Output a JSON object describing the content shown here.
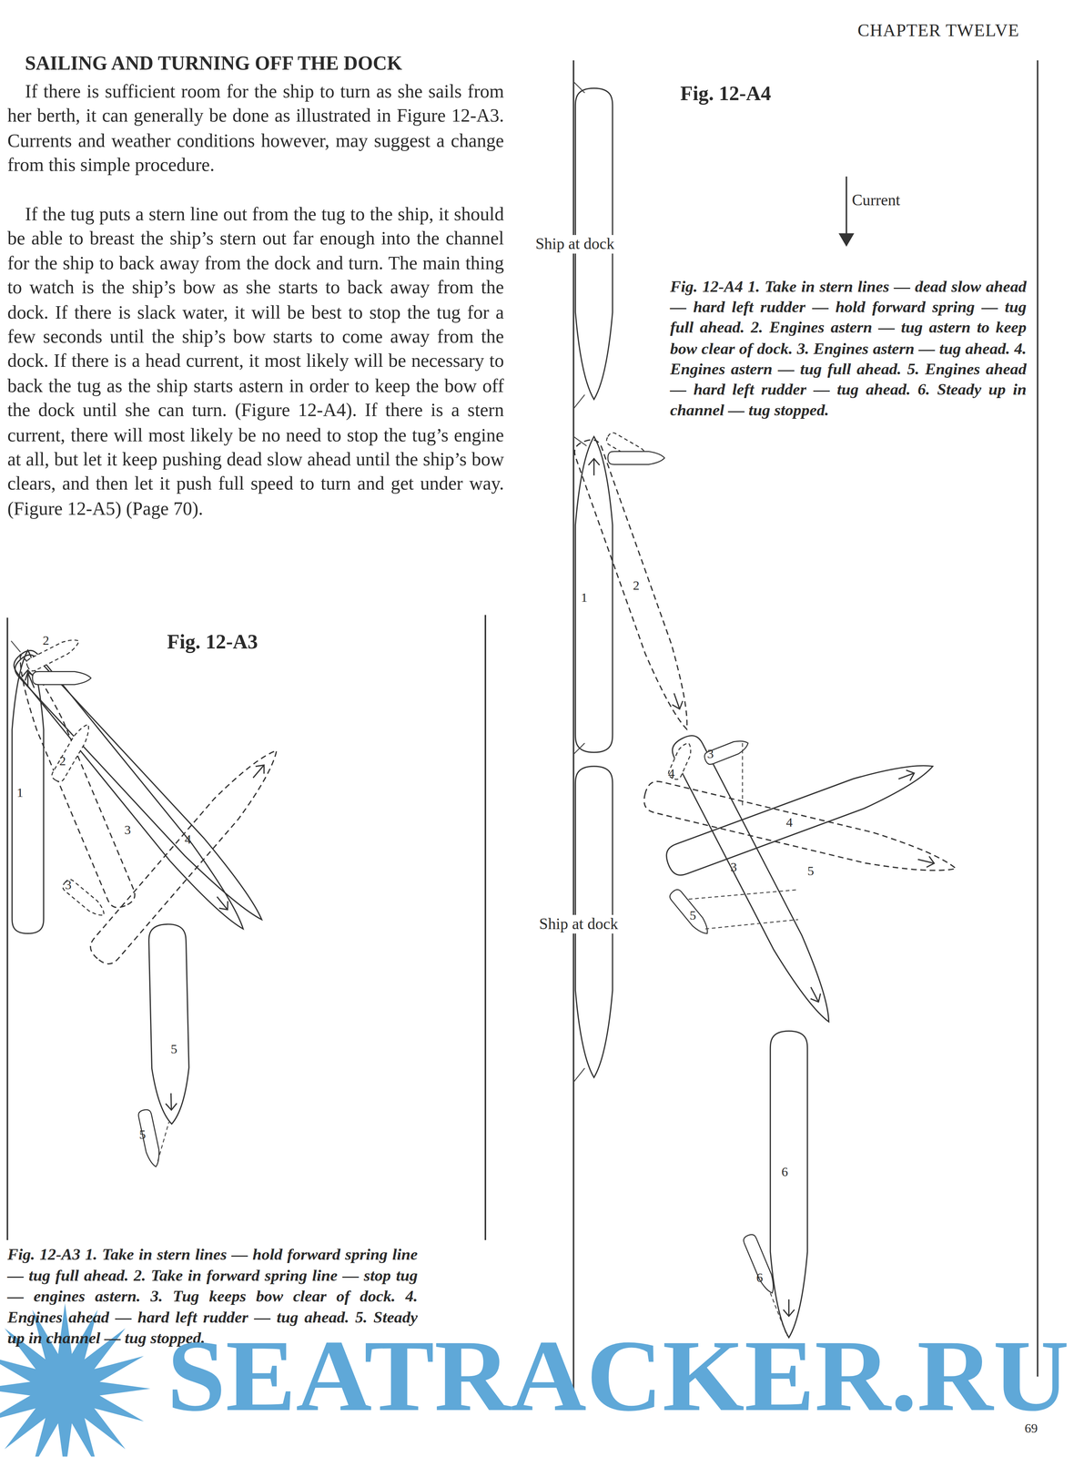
{
  "diagram": {
    "title": "SAILING AND TURNING OFF THE DOCK",
    "labels": [
      "CHAPTER TWELVE",
      "If there is sufficient room for the ship to turn as she sails from her berth, it can generally be done as illustrated in Figure 12-A3. Currents and weather conditions however, may suggest a change from this simple procedure.",
      "If the tug puts a stern line out from the tug to the ship, it should be able to breast the ship’s stern out far enough into the channel for the ship to back away from the dock and turn. The main thing to watch is the ship’s bow as she starts to back away from the dock. If there is slack water, it will be best to stop the tug for a few seconds until the ship’s bow starts to come away from the dock. If there is a head current, it most likely will be necessary to back the tug as the ship starts astern in order to keep the bow off the dock until she can turn. (Figure 12-A4). If there is a stern current, there will most likely be no need to stop the tug’s engine at all, but let it keep pushing dead slow ahead until the ship’s bow clears, and then let it push full speed to turn and get under way. (Figure 12-A5) (Page 70).",
      "Fig. 12-A3",
      "Fig. 12-A3 1. Take in stern lines — hold forward spring line — tug full ahead. 2. Take in forward spring line — stop tug — engines astern. 3. Tug keeps bow clear of dock. 4. Engines ahead — hard left rudder — tug ahead. 5. Steady up in channel — tug stopped.",
      "Fig. 12-A4",
      "Current",
      "Ship at dock",
      "Fig. 12-A4 1. Take in stern lines — dead slow ahead — hard left rudder — hold forward spring — tug full ahead. 2. Engines astern — tug astern to keep bow clear of dock. 3. Engines astern — tug ahead. 4. Engines astern — tug full ahead. 5. Engines ahead — hard left rudder — tug ahead. 6. Steady up in channel — tug stopped.",
      "Ship at dock",
      "1",
      "2",
      "3",
      "4",
      "5",
      "2",
      "3",
      "5",
      "1",
      "2",
      "3",
      "4",
      "5",
      "6",
      "3",
      "4",
      "5",
      "6",
      "69",
      "SEATRACKER.RU"
    ]
  }
}
